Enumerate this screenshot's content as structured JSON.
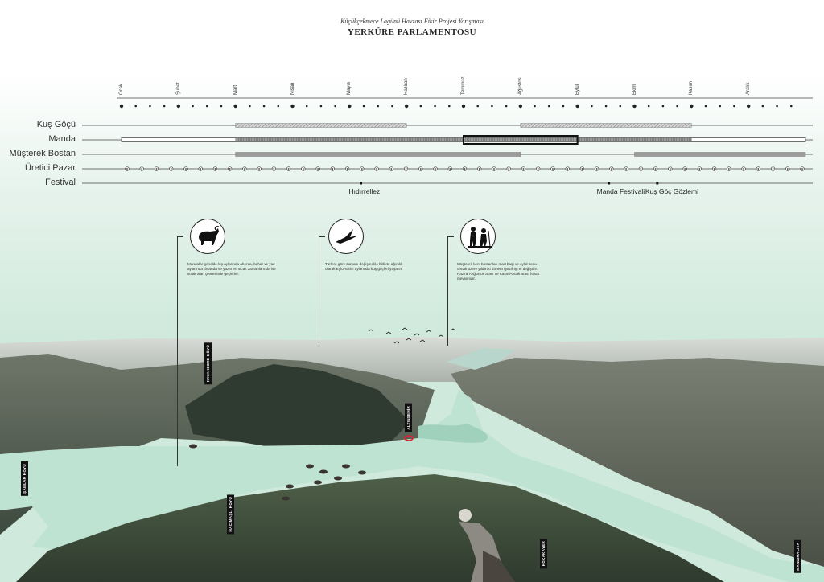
{
  "header": {
    "subtitle": "Küçükçekmece Lagünü Havzası Fikir Projesi Yarışması",
    "title": "YERKÜRE PARLAMENTOSU"
  },
  "months": [
    "Ocak",
    "Şubat",
    "Mart",
    "Nisan",
    "Mayıs",
    "Haziran",
    "Temmuz",
    "Ağustos",
    "Eylül",
    "Ekim",
    "Kasım",
    "Aralık"
  ],
  "rows": [
    {
      "label": "Kuş Göçü",
      "periods": [
        [
          2.0,
          5.0
        ],
        [
          7.0,
          10.0
        ]
      ],
      "style": "hatched"
    },
    {
      "label": "Manda",
      "full": [
        0,
        12
      ],
      "periods": [
        [
          2.0,
          10.0
        ]
      ],
      "highlight": [
        6.0,
        8.0
      ],
      "style": "dark"
    },
    {
      "label": "Müşterek Bostan",
      "periods": [
        [
          2.0,
          7.0
        ],
        [
          9.0,
          12.0
        ]
      ],
      "style": "grey"
    },
    {
      "label": "Üretici Pazar",
      "style": "markers"
    },
    {
      "label": "Festival",
      "style": "events"
    }
  ],
  "festivals": [
    {
      "name": "Hıdırrellez",
      "month": 4.2
    },
    {
      "name": "Manda Festivali",
      "month": 8.55
    },
    {
      "name": "Kuş Göç Gözlemi",
      "month": 9.4
    }
  ],
  "callouts": [
    {
      "icon": "buffalo-icon",
      "text": "Mandalar genelde kış aylarında aherda, bahar ve yaz aylarında dışarıda ve yazın en sıcak zamanlarında ise sulak alan çevresinde geçirirler."
    },
    {
      "icon": "bird-icon",
      "text": "Türlere göre zamanı değişmekle birlikte ağırlıklı olarak Eylül-Ekim aylarında kuş göçleri yaşanır."
    },
    {
      "icon": "farmers-icon",
      "text": "Müşterek kent bostanları mart başı ve eylül sonu olmak üzere yılda iki dönem (yaz/kış) el değiştirir. Haziran-Ağustos arası ve Kasım-Ocak arası hasat mevsimidir."
    }
  ],
  "villages": [
    "KAVAKDERE KÖYÜ",
    "ŞAMLAR KÖYÜ",
    "HACIMAŞLI KÖYÜ",
    "ALTINŞEHİR",
    "KOÇAKAYER",
    "MANDIRACITA"
  ],
  "colors": {
    "water": "#bfe3d2",
    "terrain_dark": "#3c4a3c",
    "terrain_mid": "#5f6d55",
    "accent_red": "#d8242a"
  }
}
